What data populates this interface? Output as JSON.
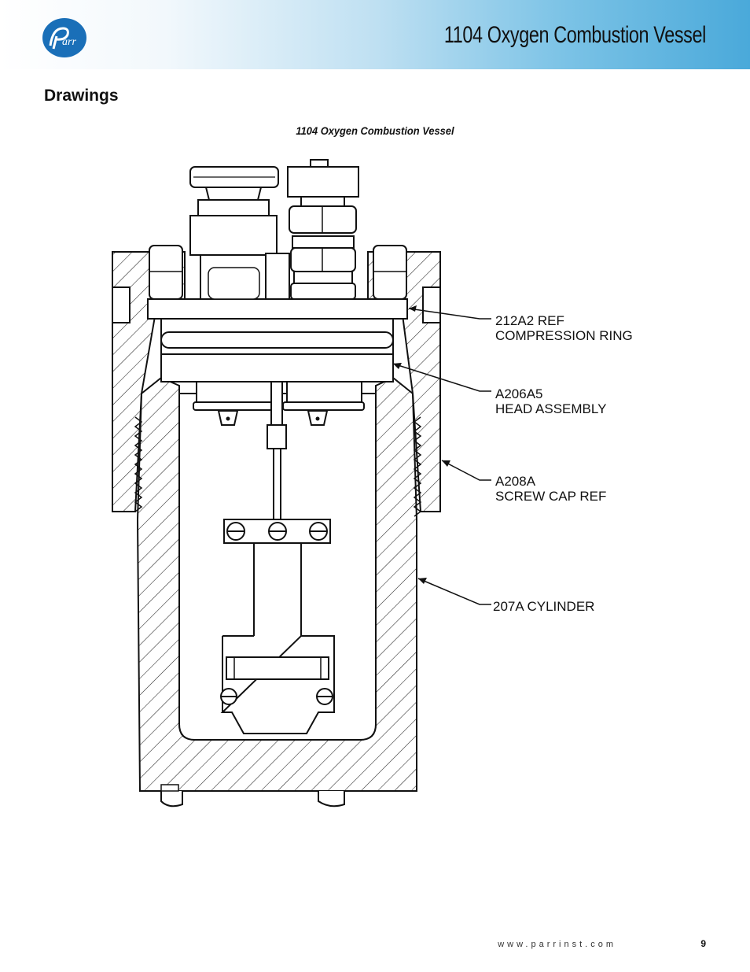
{
  "header": {
    "logo_text": "Parr",
    "title": "1104 Oxygen Combustion Vessel"
  },
  "section": {
    "heading": "Drawings"
  },
  "figure": {
    "caption": "1104 Oxygen Combustion Vessel",
    "callouts": [
      {
        "part": "212A2 REF",
        "description": "COMPRESSION RING"
      },
      {
        "part": "A206A5",
        "description": "HEAD ASSEMBLY"
      },
      {
        "part": "A208A",
        "description": "SCREW CAP REF"
      },
      {
        "part": "207A CYLINDER",
        "description": ""
      }
    ]
  },
  "footer": {
    "url": "www.parrinst.com",
    "page": "9"
  },
  "colors": {
    "header_start": "#ffffff",
    "header_end": "#4aa9da",
    "logo_blue": "#1a6fb8"
  }
}
